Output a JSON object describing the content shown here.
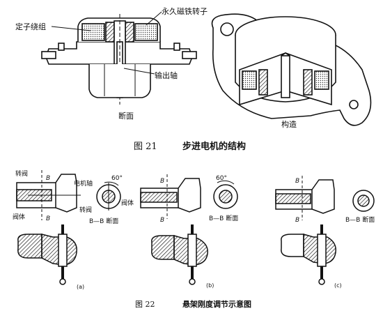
{
  "fig21": {
    "caption_num": "图 21",
    "caption_title": "步进电机的结构",
    "label_stator_winding": "定子绕组",
    "label_pm_rotor": "永久磁铁转子",
    "label_output_shaft": "输出轴",
    "label_section": "断面",
    "label_construction": "构造"
  },
  "fig22": {
    "caption_num": "图 22",
    "caption_title": "悬架刚度调节示意图",
    "label_rotary_valve": "转阀",
    "label_valve_body": "阀体",
    "label_motor_shaft": "电机轴",
    "label_b": "B",
    "label_angle": "60°",
    "label_bb_section": "B—B 断面",
    "label_a": "(a)",
    "label_b_sub": "(b)",
    "label_c": "(c)"
  },
  "colors": {
    "ink": "#111111",
    "paper": "#ffffff",
    "shade": "#555555"
  }
}
